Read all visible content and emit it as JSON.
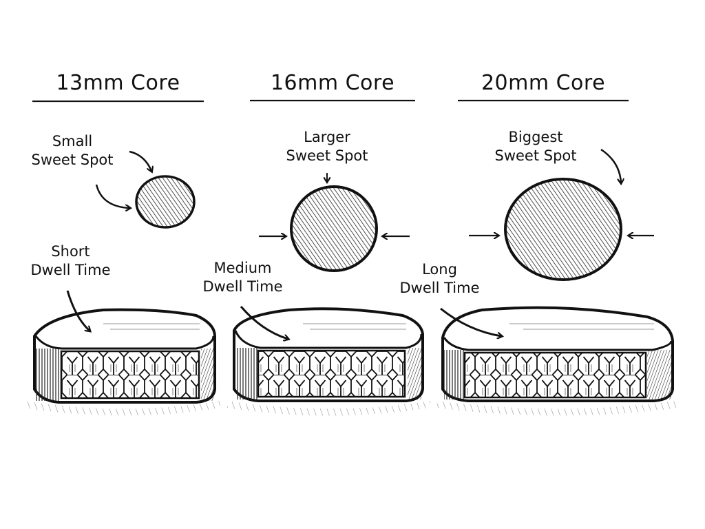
{
  "columns": [
    {
      "title": "13mm Core",
      "sweet_spot_label": [
        "Small",
        "Sweet Spot"
      ],
      "dwell_label": [
        "Short",
        "Dwell Time"
      ]
    },
    {
      "title": "16mm Core",
      "sweet_spot_label": [
        "Larger",
        "Sweet Spot"
      ],
      "dwell_label": [
        "Medium",
        "Dwell Time"
      ]
    },
    {
      "title": "20mm Core",
      "sweet_spot_label": [
        "Biggest",
        "Sweet Spot"
      ],
      "dwell_label": [
        "Long",
        "Dwell Time"
      ]
    }
  ],
  "colors": {
    "ink": "#111111",
    "background": "#ffffff",
    "hatch": "#333333"
  }
}
